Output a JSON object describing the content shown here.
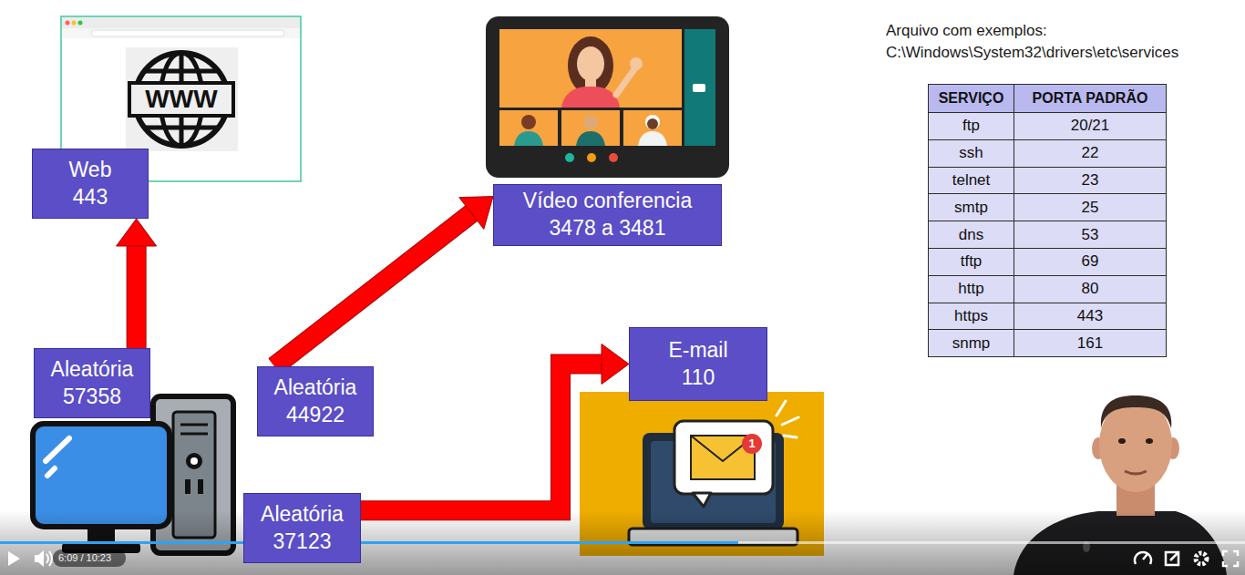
{
  "diagram": {
    "nodes": [
      {
        "text": [
          "Web",
          "443"
        ]
      },
      {
        "text": [
          "Vídeo conferencia",
          "3478 a 3481"
        ]
      },
      {
        "text": [
          "E-mail",
          "110"
        ]
      },
      {
        "text": [
          "Aleatória",
          "57358"
        ]
      },
      {
        "text": [
          "Aleatória",
          "44922"
        ]
      },
      {
        "text": [
          "Aleatória",
          "37123"
        ]
      }
    ],
    "edges": [
      {
        "from": 3,
        "to": 0,
        "arrow": "to"
      },
      {
        "from": 4,
        "to": 1,
        "arrow": "to"
      },
      {
        "from": 5,
        "to": 2,
        "arrow": "to"
      }
    ],
    "labels": [
      "WWW",
      "Arquivo com exemplos: C:\\Windows\\System32\\drivers\\etc\\services",
      "SERVIÇO",
      "PORTA PADRÃO",
      "ftp",
      "20/21",
      "ssh",
      "22",
      "telnet",
      "23",
      "smtp",
      "25",
      "dns",
      "53",
      "tftp",
      "69",
      "http",
      "80",
      "https",
      "443",
      "snmp",
      "161",
      "1",
      "6:09 / 10:23"
    ]
  }
}
